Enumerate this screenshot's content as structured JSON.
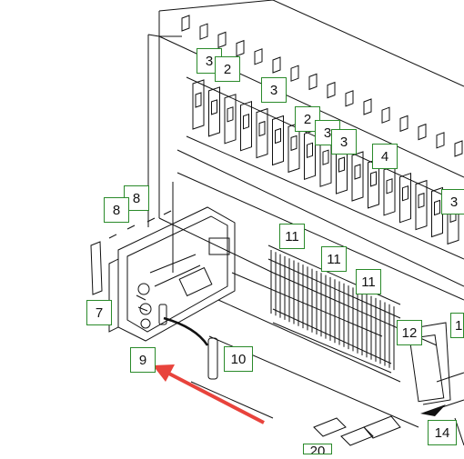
{
  "diagram": {
    "callouts": [
      "2",
      "3",
      "4",
      "7",
      "8",
      "9",
      "10",
      "11",
      "12",
      "1",
      "14",
      "20"
    ]
  },
  "colors": {
    "callout_border": "#2a8a2a",
    "line_art": "#111111",
    "arrow": "#e8433c"
  }
}
